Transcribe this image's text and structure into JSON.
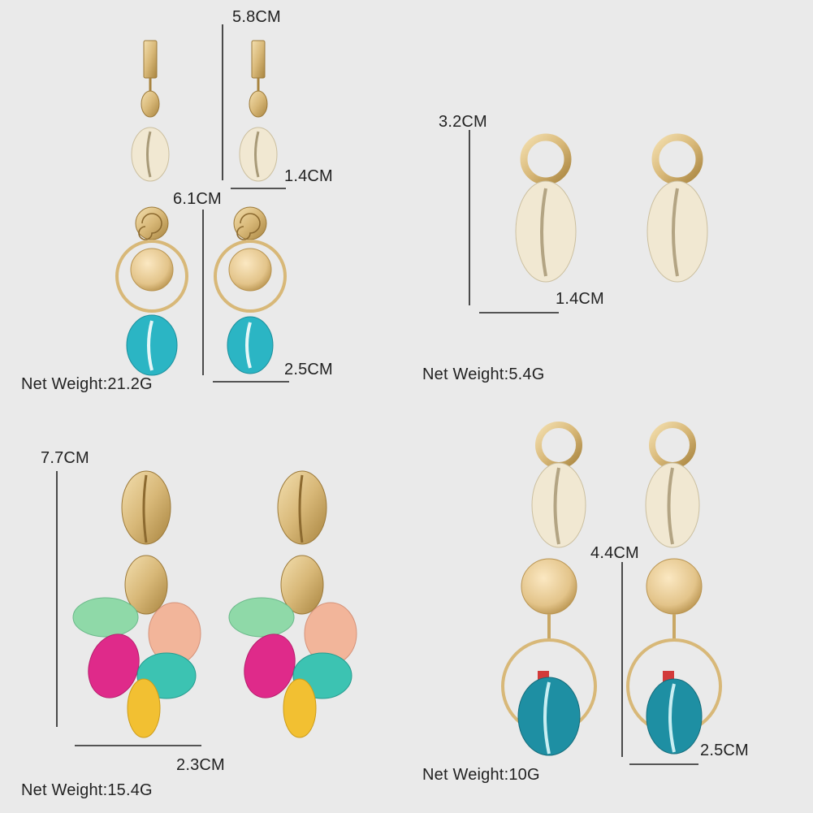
{
  "background": "#eaeaea",
  "colors": {
    "gold": "#d8b878",
    "gold_dark": "#b08c4a",
    "cream_shell": "#f1e8d2",
    "turquoise_shell": "#2bb5c4",
    "teal_shell": "#1e8fa3",
    "mint_shell": "#8fd9a8",
    "peach_shell": "#f2b59a",
    "magenta_shell": "#df2a8a",
    "aqua_shell": "#3cc3b2",
    "yellow_shell": "#f2c032",
    "red_bead": "#d23a3a"
  },
  "panels": {
    "top_left": {
      "height_small": "5.8CM",
      "width_small": "1.4CM",
      "height_large": "6.1CM",
      "width_large": "2.5CM",
      "weight": "Net Weight:21.2G"
    },
    "top_right": {
      "height": "3.2CM",
      "width": "1.4CM",
      "weight": "Net Weight:5.4G"
    },
    "bottom_left": {
      "height": "7.7CM",
      "width": "2.3CM",
      "weight": "Net Weight:15.4G"
    },
    "bottom_right": {
      "height": "4.4CM",
      "width": "2.5CM",
      "weight": "Net Weight:10G"
    }
  }
}
